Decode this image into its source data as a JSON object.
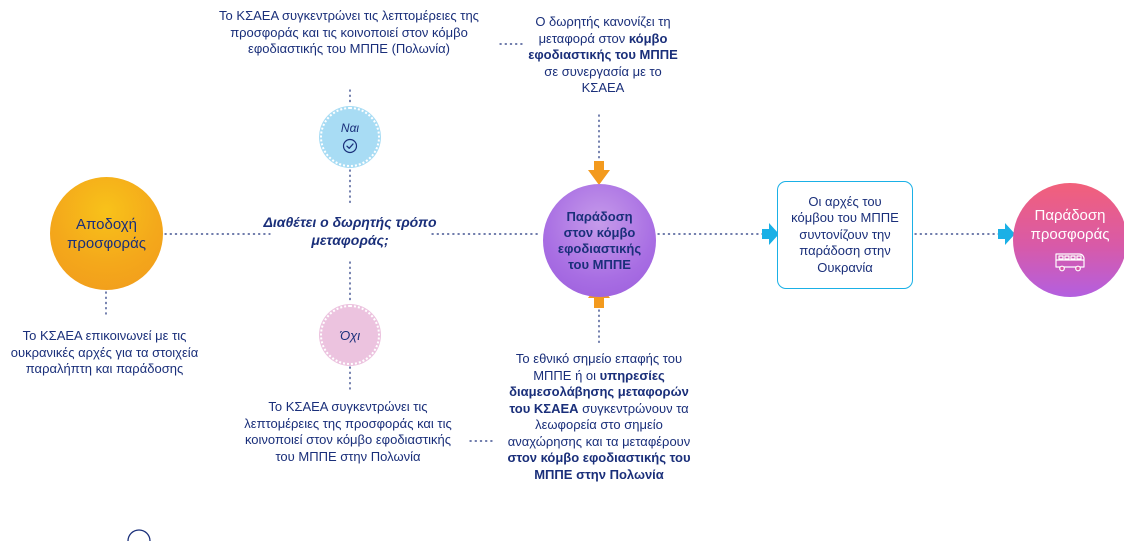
{
  "colors": {
    "navy": "#1a2f7a",
    "accept": "#f4a81b",
    "deliver": "#a86ee3",
    "final_top": "#f2607a",
    "final_bottom": "#b35fe0",
    "yes": "#a8dcf4",
    "no": "#ecc3df",
    "arrow_cyan": "#1ab0e6",
    "arrow_orange": "#f39a1e"
  },
  "nodes": {
    "accept_offer": "Αποδοχή προσφοράς",
    "question": "Διαθέτει ο δωρητής τρόπο μεταφοράς;",
    "yes_label": "Ναι",
    "no_label": "Όχι",
    "delivery_hub": "Παράδοση στον κόμβο εφοδιαστικής του ΜΠΠΕ",
    "ua_coordination": "Οι αρχές του κόμβου του ΜΠΠΕ συντονίζουν την παράδοση στην Ουκρανία",
    "final_delivery": "Παράδοση προσφοράς"
  },
  "notes": {
    "top_left": "Το ΚΣΑΕΑ συγκεντρώνει τις λεπτομέρειες της προσφοράς και τις κοινοποιεί στον κόμβο εφοδιαστικής του ΜΠΠΕ (Πολωνία)",
    "top_right_1": "Ο δωρητής κανονίζει τη μεταφορά στον ",
    "top_right_2": "κόμβο εφοδιαστικής του ΜΠΠΕ",
    "top_right_3": " σε συνεργασία με το ΚΣΑΕΑ",
    "left_bottom": "Το ΚΣΑΕΑ επικοινωνεί με τις ουκρανικές αρχές για τα στοιχεία παραλήπτη και παράδοσης",
    "bottom_center": "Το ΚΣΑΕΑ συγκεντρώνει τις λεπτομέρειες της προσφοράς και τις κοινοποιεί στον κόμβο εφοδιαστικής του ΜΠΠΕ στην Πολωνία",
    "bottom_right_1": "Το εθνικό σημείο επαφής του ΜΠΠΕ ή οι ",
    "bottom_right_2": "υπηρεσίες διαμεσολάβησης μεταφορών του ΚΣΑΕΑ",
    "bottom_right_3": " συγκεντρώνουν τα λεωφορεία στο σημείο αναχώρησης και τα μεταφέρουν ",
    "bottom_right_4": "στον κόμβο εφοδιαστικής του ΜΠΠΕ στην Πολωνία"
  },
  "icons": {
    "yes_icon": "check-circle-icon",
    "final_icon": "bus-icon"
  }
}
